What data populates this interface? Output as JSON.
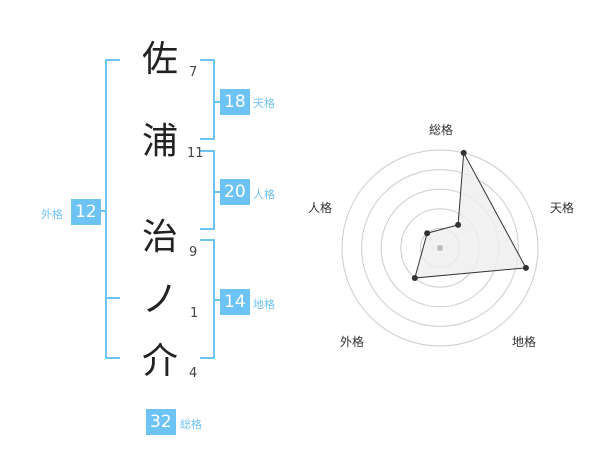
{
  "name_chars": [
    {
      "char": "佐",
      "strokes": "7"
    },
    {
      "char": "浦",
      "strokes": "11"
    },
    {
      "char": "治",
      "strokes": "9"
    },
    {
      "char": "ノ",
      "strokes": "1"
    },
    {
      "char": "介",
      "strokes": "4"
    }
  ],
  "kakusuu": {
    "tenkaku": {
      "value": "18",
      "label": "天格"
    },
    "jinkaku": {
      "value": "20",
      "label": "人格"
    },
    "chikaku": {
      "value": "14",
      "label": "地格"
    },
    "gaikaku": {
      "value": "12",
      "label": "外格"
    },
    "soukaku": {
      "value": "32",
      "label": "総格"
    }
  },
  "radar": {
    "axes": [
      "総格",
      "天格",
      "地格",
      "外格",
      "人格"
    ],
    "values": [
      5,
      4.5,
      2,
      1,
      1.5
    ],
    "max": 5,
    "colors": {
      "ring": "#cccccc",
      "fill": "#eeeeee",
      "line": "#333333",
      "point": "#333333",
      "center": "#bbbbbb"
    }
  },
  "colors": {
    "accent": "#6ec3f5"
  }
}
